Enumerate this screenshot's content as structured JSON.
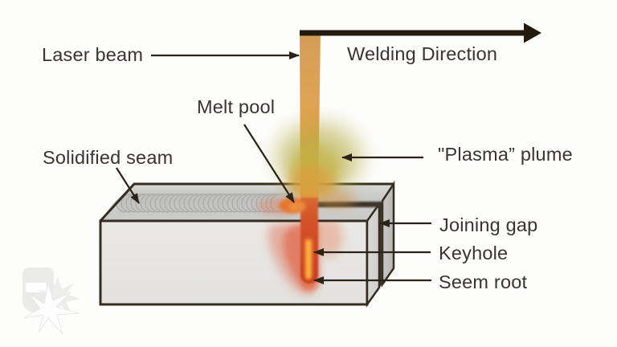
{
  "diagram": {
    "title_context": "Laser beam welding schematic",
    "labels": {
      "laser_beam": "Laser beam",
      "welding_direction": "Welding Direction",
      "melt_pool": "Melt pool",
      "solidified_seam": "Solidified seam",
      "plasma_plume": "\"Plasma” plume",
      "joining_gap": "Joining gap",
      "keyhole": "Keyhole",
      "seem_root": "Seem root"
    },
    "colors": {
      "background": "#fdfdfc",
      "label_text": "#3b342e",
      "outline": "#362d20",
      "arrow": "#2a2318",
      "laser_beam": "#dfa352",
      "plasma_plume": "#b5ab45",
      "keyhole_red": "#cf431f",
      "keyhole_core": "#ffb340",
      "melt_pool_orange": "#e4772f",
      "metal_front": "#e8e7e5",
      "metal_top": "#cdcdcb",
      "joining_gap_dark": "#3e362b"
    },
    "icons": [
      "welding-helmet-watermark",
      "spark-star-icon"
    ]
  }
}
